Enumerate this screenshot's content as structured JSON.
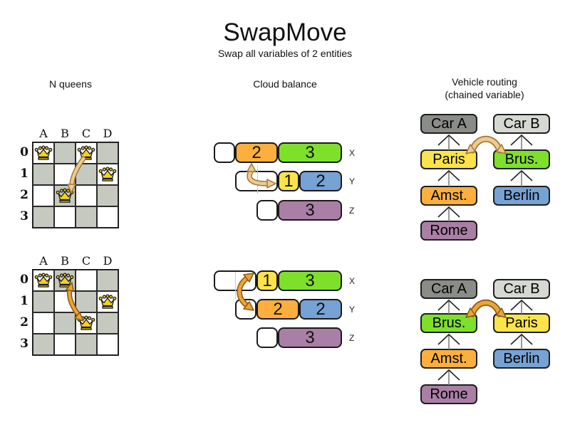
{
  "title": "SwapMove",
  "subtitle": "Swap all variables of 2 entities",
  "colors": {
    "orange": "#fcaf3e",
    "green": "#7fe02c",
    "yellow": "#fbe44b",
    "blue": "#76a2d4",
    "purple": "#aa7fa5",
    "car_dark": "#8a8c87",
    "car_light": "#d6d9d2",
    "board_gray": "#c6c9c0",
    "queen_gold": "#f4d021",
    "arrow_tan": "#eccb92",
    "arrow_tan_edge": "#a07935",
    "arrow_orange": "#eda33b",
    "arrow_orange_edge": "#8a5a10"
  },
  "nqueens": {
    "heading": "N queens",
    "col_labels": [
      "A",
      "B",
      "C",
      "D"
    ],
    "row_labels": [
      "0",
      "1",
      "2",
      "3"
    ],
    "before": {
      "queens": [
        [
          0,
          0
        ],
        [
          2,
          0
        ],
        [
          3,
          1
        ],
        [
          1,
          2
        ]
      ]
    },
    "after": {
      "queens": [
        [
          0,
          0
        ],
        [
          1,
          0
        ],
        [
          3,
          1
        ],
        [
          2,
          2
        ]
      ]
    }
  },
  "cloud": {
    "heading": "Cloud balance",
    "before": [
      {
        "label": "X",
        "capacity": 6,
        "blocks": [
          {
            "value": "2",
            "color": "orange"
          },
          {
            "value": "3",
            "color": "green"
          }
        ]
      },
      {
        "label": "Y",
        "capacity": 5,
        "blocks": [
          {
            "value": "1",
            "color": "yellow"
          },
          {
            "value": "2",
            "color": "blue"
          }
        ]
      },
      {
        "label": "Z",
        "capacity": 4,
        "blocks": [
          {
            "value": "3",
            "color": "purple"
          }
        ]
      }
    ],
    "after": [
      {
        "label": "X",
        "capacity": 6,
        "blocks": [
          {
            "value": "1",
            "color": "yellow"
          },
          {
            "value": "3",
            "color": "green"
          }
        ]
      },
      {
        "label": "Y",
        "capacity": 5,
        "blocks": [
          {
            "value": "2",
            "color": "orange"
          },
          {
            "value": "2",
            "color": "blue"
          }
        ]
      },
      {
        "label": "Z",
        "capacity": 4,
        "blocks": [
          {
            "value": "3",
            "color": "purple"
          }
        ]
      }
    ]
  },
  "vehicle": {
    "heading_line1": "Vehicle routing",
    "heading_line2": "(chained variable)",
    "before": {
      "left": [
        {
          "label": "Car A",
          "color": "car_dark"
        },
        {
          "label": "Paris",
          "color": "yellow"
        },
        {
          "label": "Amst.",
          "color": "orange"
        },
        {
          "label": "Rome",
          "color": "purple"
        }
      ],
      "right": [
        {
          "label": "Car B",
          "color": "car_light"
        },
        {
          "label": "Brus.",
          "color": "green"
        },
        {
          "label": "Berlin",
          "color": "blue"
        }
      ]
    },
    "after": {
      "left": [
        {
          "label": "Car A",
          "color": "car_dark"
        },
        {
          "label": "Brus.",
          "color": "green"
        },
        {
          "label": "Amst.",
          "color": "orange"
        },
        {
          "label": "Rome",
          "color": "purple"
        }
      ],
      "right": [
        {
          "label": "Car B",
          "color": "car_light"
        },
        {
          "label": "Paris",
          "color": "yellow"
        },
        {
          "label": "Berlin",
          "color": "blue"
        }
      ]
    }
  }
}
